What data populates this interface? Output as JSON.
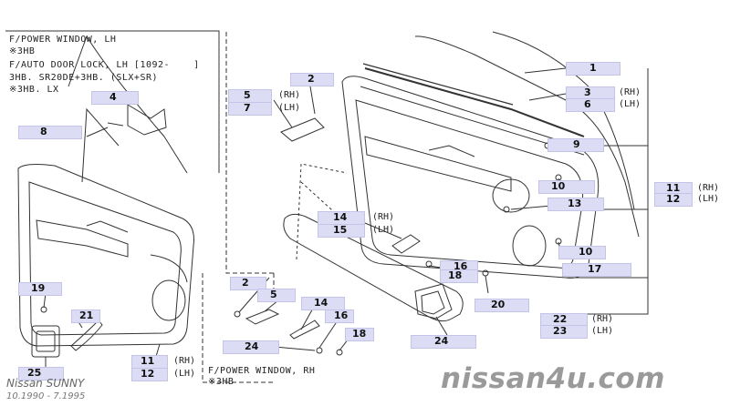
{
  "notes": {
    "lh_title_1": "F/POWER WINDOW, LH",
    "lh_title_2": "※3HB",
    "lh_title_3": "F/AUTO DOOR LOCK, LH [1092-    ]",
    "lh_title_4": "3HB. SR20DE+3HB. (SLX+SR)",
    "lh_title_5": "※3HB. LX",
    "rh_title_1": "F/POWER WINDOW, RH",
    "rh_title_2": "※3HB"
  },
  "callouts": [
    {
      "id": "c1",
      "num": "1"
    },
    {
      "id": "c2",
      "num": "2"
    },
    {
      "id": "c3",
      "num": "3",
      "side": "(RH)"
    },
    {
      "id": "c4",
      "num": "4"
    },
    {
      "id": "c5",
      "num": "5",
      "side": "(RH)"
    },
    {
      "id": "c6",
      "num": "6",
      "side": "(LH)"
    },
    {
      "id": "c7",
      "num": "7",
      "side": "(LH)"
    },
    {
      "id": "c8",
      "num": "8"
    },
    {
      "id": "c9",
      "num": "9"
    },
    {
      "id": "c10a",
      "num": "10"
    },
    {
      "id": "c11",
      "num": "11",
      "side": "(RH)"
    },
    {
      "id": "c12",
      "num": "12",
      "side": "(LH)"
    },
    {
      "id": "c13",
      "num": "13"
    },
    {
      "id": "c14",
      "num": "14",
      "side": "(RH)"
    },
    {
      "id": "c15",
      "num": "15",
      "side": "(LH)"
    },
    {
      "id": "c10b",
      "num": "10"
    },
    {
      "id": "c16",
      "num": "16"
    },
    {
      "id": "c18",
      "num": "18"
    },
    {
      "id": "c17",
      "num": "17"
    },
    {
      "id": "c20",
      "num": "20"
    },
    {
      "id": "c22",
      "num": "22",
      "side": "(RH)"
    },
    {
      "id": "c23",
      "num": "23",
      "side": "(LH)"
    },
    {
      "id": "c24",
      "num": "24"
    },
    {
      "id": "c19",
      "num": "19"
    },
    {
      "id": "c21",
      "num": "21"
    },
    {
      "id": "c25",
      "num": "25"
    },
    {
      "id": "c2b",
      "num": "2"
    },
    {
      "id": "c5b",
      "num": "5"
    },
    {
      "id": "c14b",
      "num": "14"
    },
    {
      "id": "c16b",
      "num": "16"
    },
    {
      "id": "c18b",
      "num": "18"
    },
    {
      "id": "c24b",
      "num": "24"
    },
    {
      "id": "c11b",
      "num": "11",
      "side": "(RH)"
    },
    {
      "id": "c12b",
      "num": "12",
      "side": "(LH)"
    }
  ],
  "footer": {
    "brand": "Nissan SUNNY",
    "range": "10.1990  -  7.1995",
    "watermark": "nissan4u.com"
  }
}
